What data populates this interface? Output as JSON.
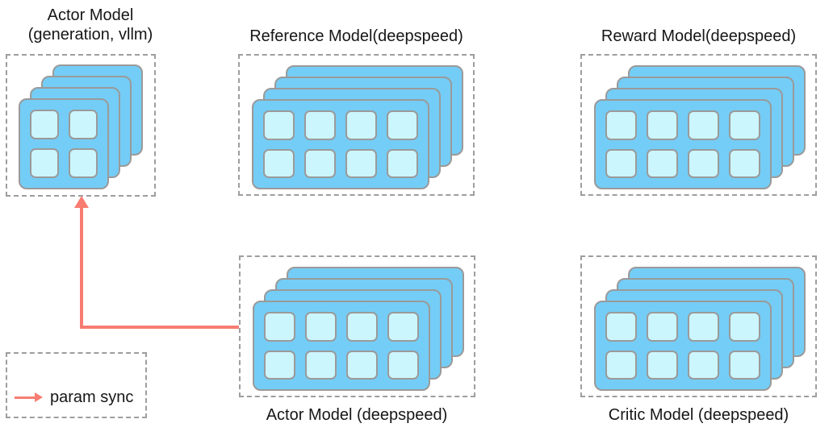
{
  "nodes": {
    "actor_vllm": {
      "title_line1": "Actor Model",
      "title_line2": "(generation, vllm)",
      "stack_count": 4,
      "grid_rows": 2,
      "grid_cols": 2
    },
    "reference": {
      "title": "Reference Model(deepspeed)",
      "stack_count": 4,
      "grid_rows": 2,
      "grid_cols": 4
    },
    "reward": {
      "title": "Reward Model(deepspeed)",
      "stack_count": 4,
      "grid_rows": 2,
      "grid_cols": 4
    },
    "actor_ds": {
      "title": "Actor Model (deepspeed)",
      "stack_count": 4,
      "grid_rows": 2,
      "grid_cols": 4
    },
    "critic": {
      "title": "Critic Model (deepspeed)",
      "stack_count": 4,
      "grid_rows": 2,
      "grid_cols": 4
    }
  },
  "connector": {
    "label": "param sync",
    "from": "Actor Model (deepspeed)",
    "to": "Actor Model (generation, vllm)"
  },
  "legend": {
    "label": "param sync"
  },
  "colors": {
    "card_fill": "#74cdf6",
    "cell_fill": "#ccf6fd",
    "card_border": "#9a9a9a",
    "box_border": "#9e9e9e",
    "arrow_color": "#f87c72",
    "text_color": "#161616"
  }
}
